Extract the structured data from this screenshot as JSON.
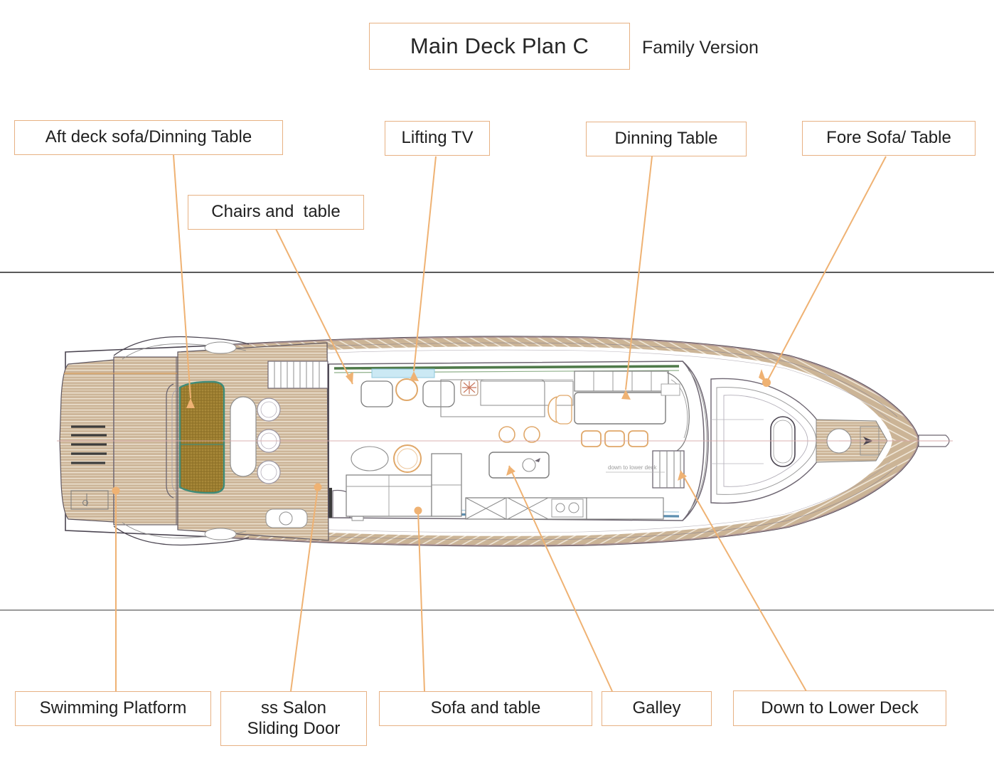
{
  "header": {
    "title": "Main Deck Plan C",
    "subtitle": "Family Version"
  },
  "colors": {
    "callout_border": "#e7b183",
    "leader_line": "#efb273",
    "teak_deck": "#cbb496",
    "teak_stripe": "#e6d8c2",
    "sofa_fill": "#9a7b2e",
    "sofa_outline": "#3f8c7a",
    "hull_outline": "#4a4450",
    "hull_edge_mauve": "#a58b91",
    "bulwark_blue": "#7fa8c4",
    "bulkhead_green": "#4f7a4a",
    "glass_blue": "#a8d8e8",
    "furniture_outline": "#7d7d7d",
    "chair_outline": "#e0a86a",
    "page_rule": "#5a5a5a"
  },
  "callouts": [
    {
      "id": "aft-deck-sofa",
      "text": "Aft deck sofa/Dinning Table"
    },
    {
      "id": "chairs-and-table",
      "text": "Chairs and  table"
    },
    {
      "id": "lifting-tv",
      "text": "Lifting TV"
    },
    {
      "id": "dinning-table",
      "text": "Dinning Table"
    },
    {
      "id": "fore-sofa-table",
      "text": "Fore Sofa/ Table"
    },
    {
      "id": "swimming-platform",
      "text": "Swimming Platform"
    },
    {
      "id": "ss-salon-door",
      "text": "ss Salon\nSliding Door"
    },
    {
      "id": "sofa-and-table",
      "text": "Sofa and table"
    },
    {
      "id": "galley",
      "text": "Galley"
    },
    {
      "id": "down-lower-deck",
      "text": "Down to Lower Deck"
    }
  ],
  "drawing": {
    "name": "yacht-main-deck-plan",
    "view": "top-down deck plan, stern at left, bow at right",
    "features": [
      "swimming-platform-teak",
      "transom-steps",
      "aft-deck-sofa",
      "aft-deck-chairs-and-table",
      "salon-sliding-door",
      "lifting-tv",
      "salon-sofa-and-table",
      "galley-counter",
      "dining-table-with-chairs",
      "stairs-down-to-lower-deck",
      "helm-console",
      "fore-sofa-and-table",
      "anchor-pulpit"
    ]
  }
}
